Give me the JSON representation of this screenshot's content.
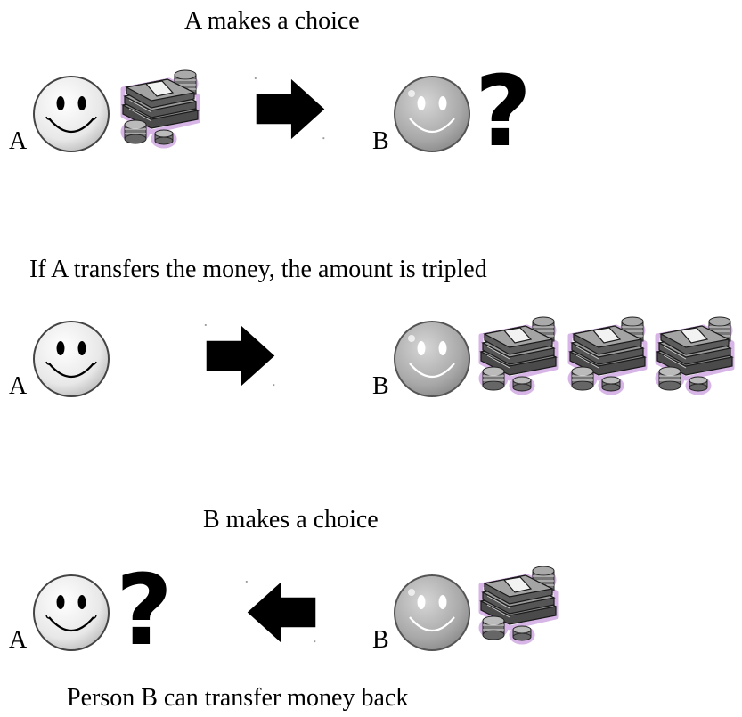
{
  "steps": [
    {
      "caption": "A makes a choice"
    },
    {
      "caption": "If A transfers the money, the amount is tripled"
    },
    {
      "caption": "B makes a choice"
    }
  ],
  "footer": {
    "caption": "Person B can transfer money back"
  },
  "persons": {
    "a_label": "A",
    "b_label": "B"
  },
  "question_mark": "?",
  "colors": {
    "face_a": "#eeeeee",
    "face_b": "#b4b4b4",
    "arrow": "#000000",
    "money_glow": "#c9a7d8"
  },
  "icons": [
    "smiley-face-icon",
    "money-stack-icon",
    "arrow-right-icon",
    "arrow-left-icon",
    "question-mark-icon"
  ]
}
